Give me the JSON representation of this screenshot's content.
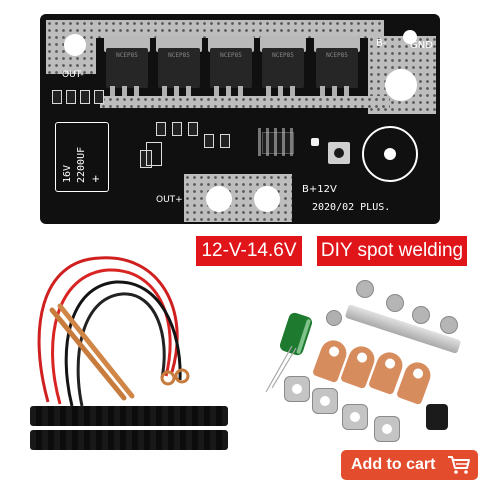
{
  "board": {
    "mosfet_marking": "NCEP85",
    "label_out_minus": "OUT-",
    "label_b_minus": "B-",
    "label_gnd": "GND",
    "label_out_plus": "OUT+",
    "label_b_plus": "B+12V",
    "label_date": "2020/02 PLUS.",
    "cap_voltage": "16V",
    "cap_capacitance": "2200UF",
    "cap_plus": "+"
  },
  "tags": {
    "voltage": "12-V-14.6V",
    "product": "DIY spot welding"
  },
  "cart": {
    "label": "Add to cart"
  },
  "colors": {
    "tag_red": "#e0151a",
    "cart_orange": "#e34c2d",
    "pcb_black": "#101010"
  }
}
